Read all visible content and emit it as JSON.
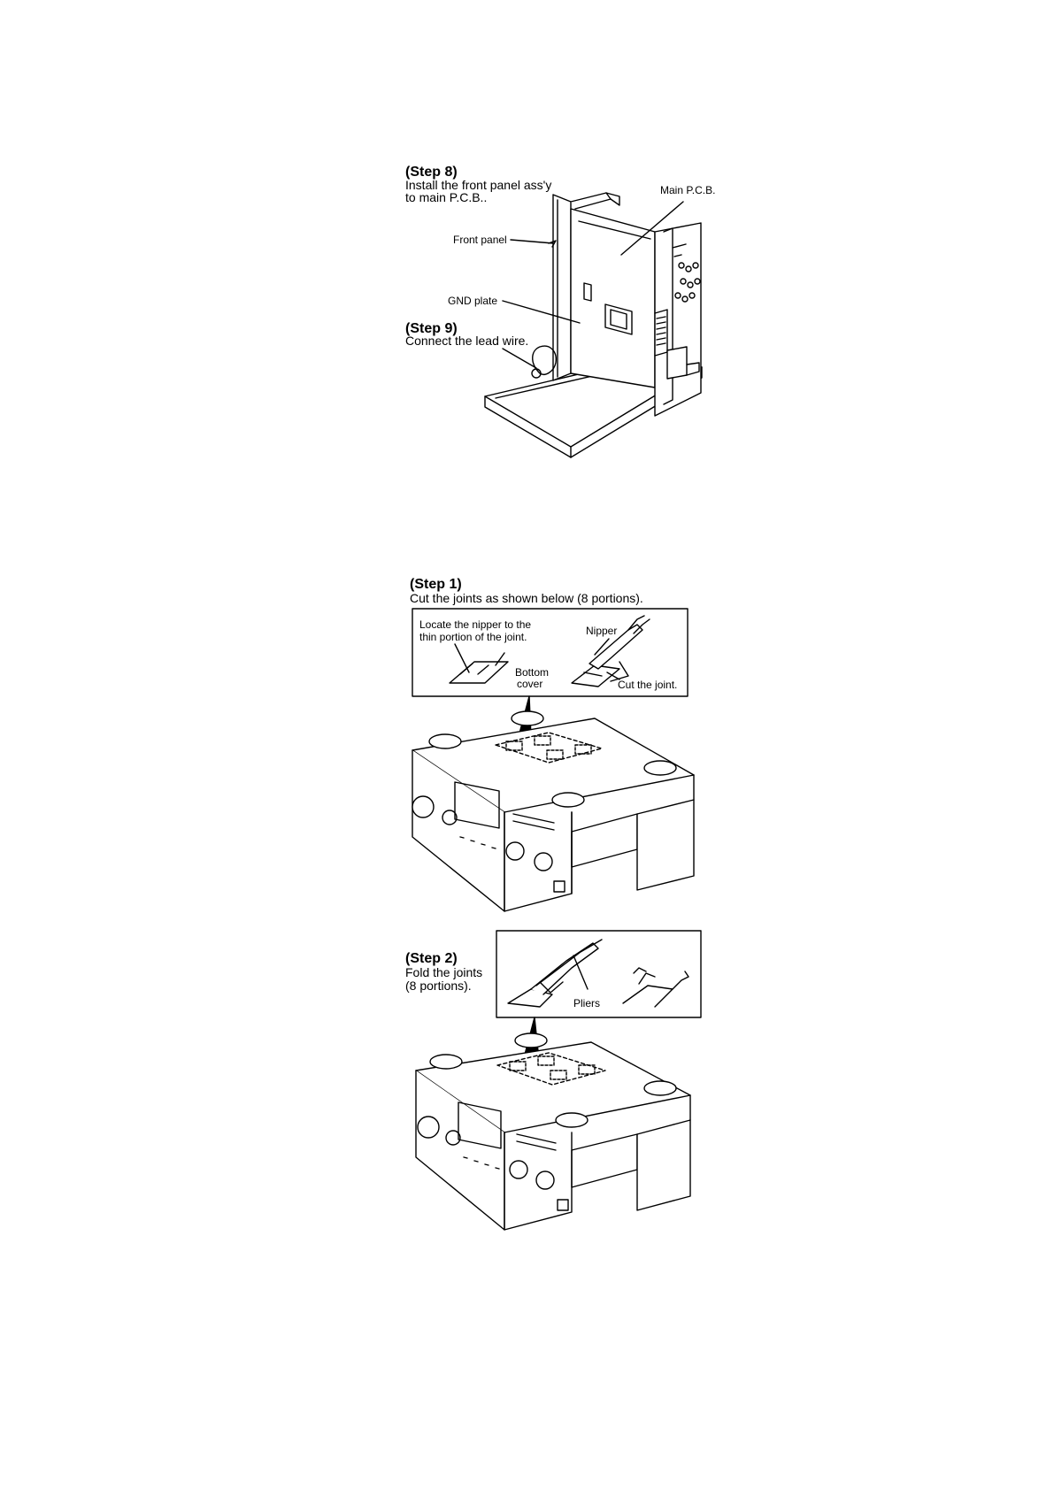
{
  "figure_top": {
    "step8": {
      "title": "(Step 8)",
      "line1": "Install the front panel ass'y",
      "line2": "to main P.C.B.."
    },
    "step9": {
      "title": "(Step 9)",
      "line1": "Connect the lead wire."
    },
    "labels": {
      "main_pcb": "Main P.C.B.",
      "front_panel": "Front panel",
      "gnd_plate": "GND plate"
    }
  },
  "figure_step1": {
    "title": "(Step 1)",
    "desc": "Cut the joints as shown below (8 portions).",
    "callout": {
      "locate_line1": "Locate the nipper to the",
      "locate_line2": "thin portion of the joint.",
      "nipper": "Nipper",
      "bottom": "Bottom",
      "cover": "cover",
      "cut": "Cut the joint."
    }
  },
  "figure_step2": {
    "title": "(Step 2)",
    "line1": "Fold the joints",
    "line2": "(8 portions).",
    "callout": {
      "pliers": "Pliers"
    }
  }
}
